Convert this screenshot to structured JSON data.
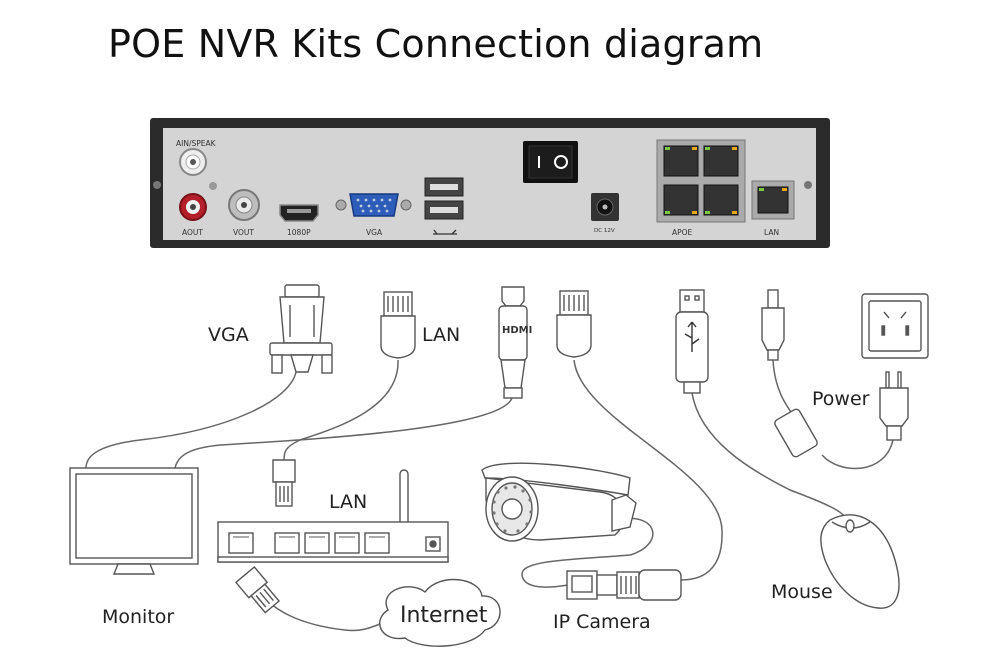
{
  "title": "POE NVR Kits Connection diagram",
  "nvr": {
    "port_labels": {
      "ain_speak": "AIN/SPEAK",
      "aout": "AOUT",
      "vout": "VOUT",
      "hdmi": "1080P",
      "vga": "VGA",
      "dc": "DC 12V",
      "apoe": "APOE",
      "lan": "LAN"
    }
  },
  "labels": {
    "vga": "VGA",
    "lan_top": "LAN",
    "hdmi_plug": "HDMI",
    "power": "Power",
    "lan_router": "LAN",
    "monitor": "Monitor",
    "internet": "Internet",
    "ip_camera": "IP Camera",
    "mouse": "Mouse"
  },
  "colors": {
    "line": "#555555",
    "nvr_panel": "#d4d4d4",
    "nvr_frame": "#2b2b2b"
  }
}
